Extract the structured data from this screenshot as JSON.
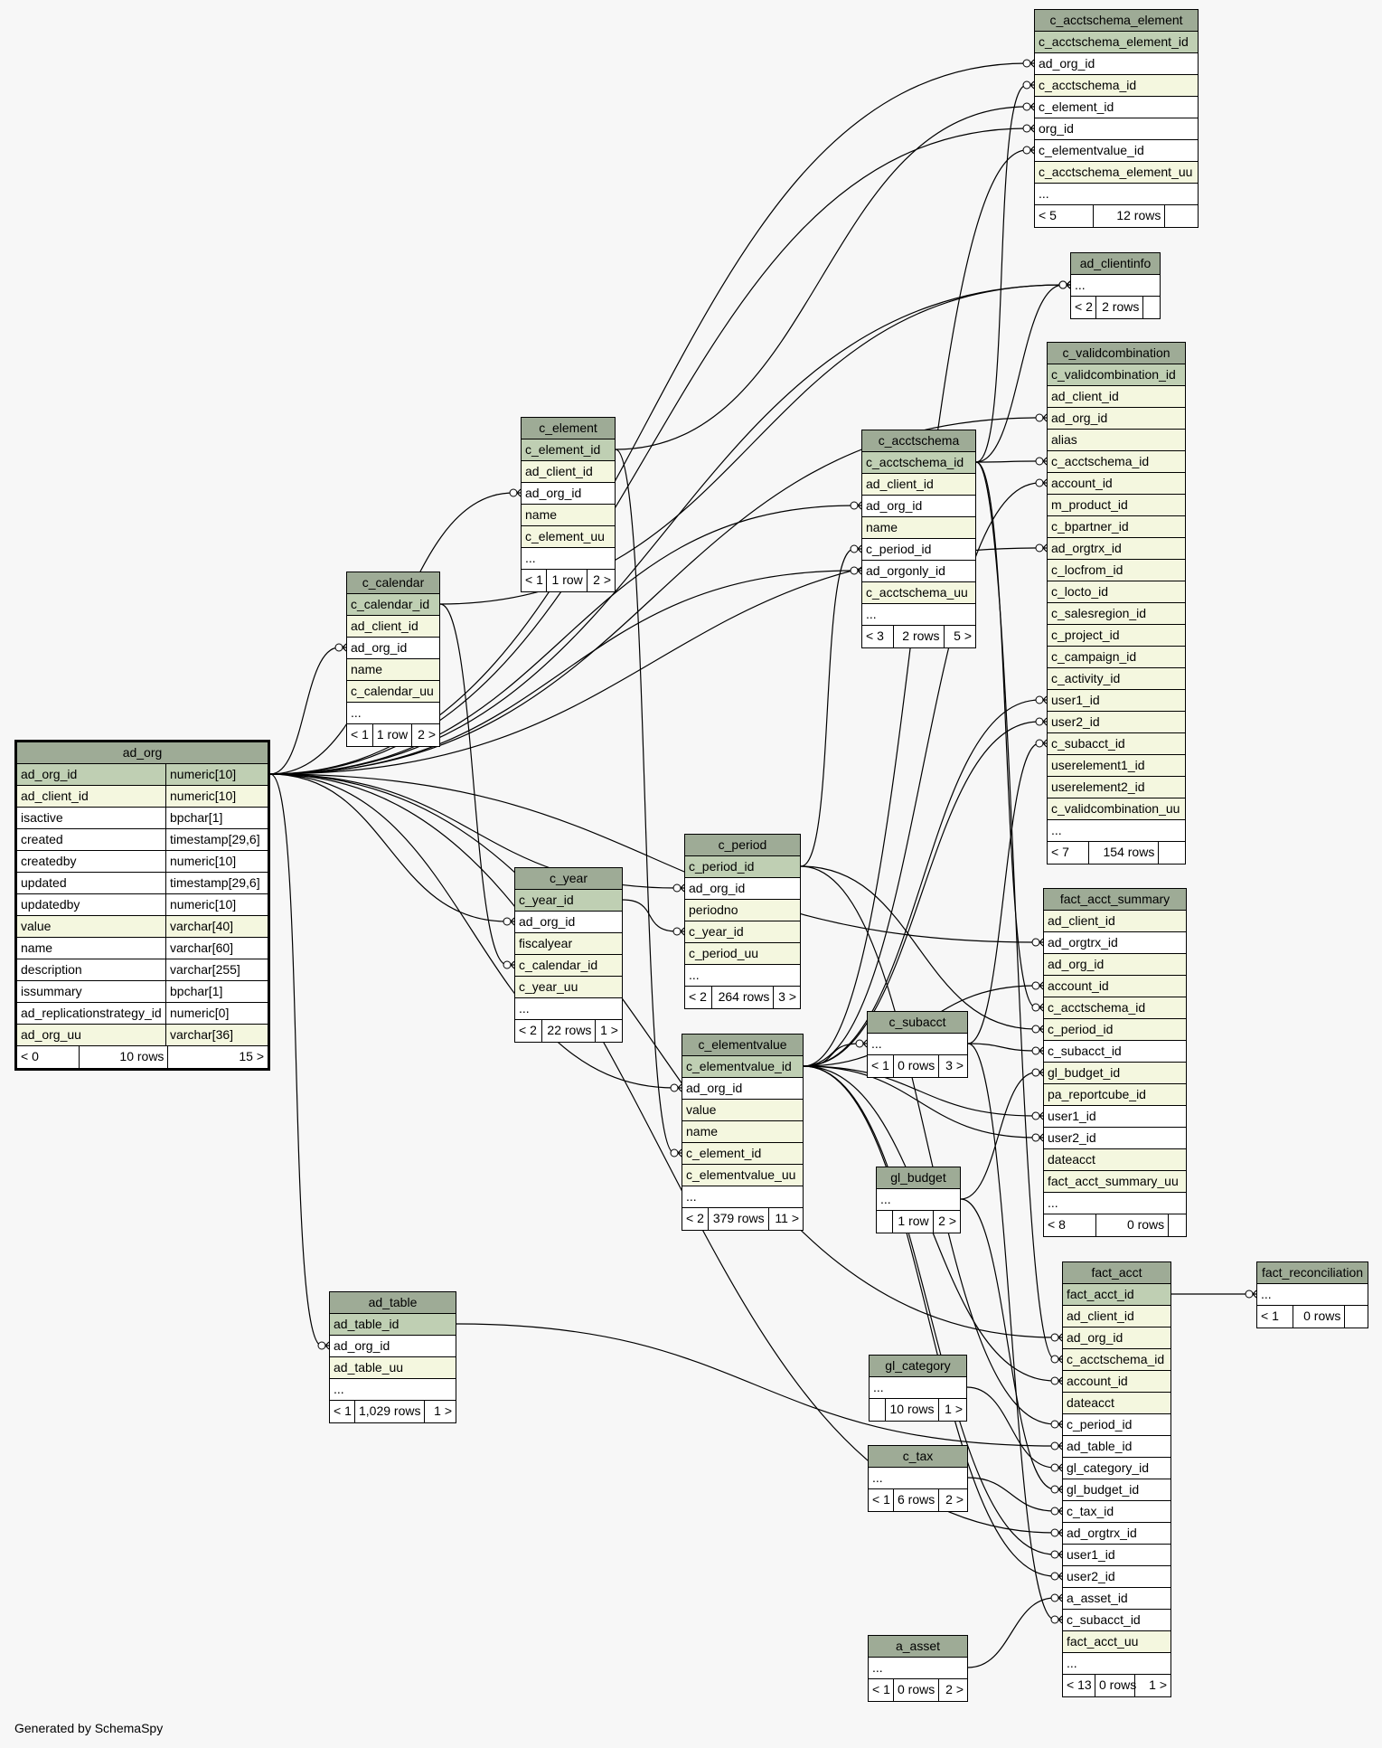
{
  "footer": "Generated by SchemaSpy",
  "tables": [
    {
      "id": "ad_org",
      "title": "ad_org",
      "main": true,
      "rows": [
        {
          "t": "pk",
          "n": "ad_org_id",
          "ty": "numeric[10]"
        },
        {
          "t": "fk",
          "n": "ad_client_id",
          "ty": "numeric[10]"
        },
        {
          "t": "nm",
          "n": "isactive",
          "ty": "bpchar[1]"
        },
        {
          "t": "nm",
          "n": "created",
          "ty": "timestamp[29,6]"
        },
        {
          "t": "nm",
          "n": "createdby",
          "ty": "numeric[10]"
        },
        {
          "t": "nm",
          "n": "updated",
          "ty": "timestamp[29,6]"
        },
        {
          "t": "nm",
          "n": "updatedby",
          "ty": "numeric[10]"
        },
        {
          "t": "fk",
          "n": "value",
          "ty": "varchar[40]"
        },
        {
          "t": "nm",
          "n": "name",
          "ty": "varchar[60]"
        },
        {
          "t": "nm",
          "n": "description",
          "ty": "varchar[255]"
        },
        {
          "t": "nm",
          "n": "issummary",
          "ty": "bpchar[1]"
        },
        {
          "t": "nm",
          "n": "ad_replicationstrategy_id",
          "ty": "numeric[0]"
        },
        {
          "t": "fk",
          "n": "ad_org_uu",
          "ty": "varchar[36]"
        }
      ],
      "foot": [
        "< 0",
        "10 rows",
        "15 >"
      ]
    },
    {
      "id": "c_acctschema_element",
      "title": "c_acctschema_element",
      "rows": [
        {
          "t": "pk",
          "n": "c_acctschema_element_id"
        },
        {
          "t": "nm",
          "n": "ad_org_id"
        },
        {
          "t": "fk",
          "n": "c_acctschema_id"
        },
        {
          "t": "nm",
          "n": "c_element_id"
        },
        {
          "t": "nm",
          "n": "org_id"
        },
        {
          "t": "nm",
          "n": "c_elementvalue_id"
        },
        {
          "t": "fk",
          "n": "c_acctschema_element_uu"
        },
        {
          "t": "nm",
          "n": "..."
        }
      ],
      "foot": [
        "< 5",
        "12 rows",
        ""
      ]
    },
    {
      "id": "ad_clientinfo",
      "title": "ad_clientinfo",
      "rows": [
        {
          "t": "nm",
          "n": "..."
        }
      ],
      "foot": [
        "< 2",
        "2 rows",
        ""
      ]
    },
    {
      "id": "c_validcombination",
      "title": "c_validcombination",
      "rows": [
        {
          "t": "pk",
          "n": "c_validcombination_id"
        },
        {
          "t": "fk",
          "n": "ad_client_id"
        },
        {
          "t": "fk",
          "n": "ad_org_id"
        },
        {
          "t": "fk",
          "n": "alias"
        },
        {
          "t": "fk",
          "n": "c_acctschema_id"
        },
        {
          "t": "fk",
          "n": "account_id"
        },
        {
          "t": "fk",
          "n": "m_product_id"
        },
        {
          "t": "fk",
          "n": "c_bpartner_id"
        },
        {
          "t": "fk",
          "n": "ad_orgtrx_id"
        },
        {
          "t": "fk",
          "n": "c_locfrom_id"
        },
        {
          "t": "fk",
          "n": "c_locto_id"
        },
        {
          "t": "fk",
          "n": "c_salesregion_id"
        },
        {
          "t": "fk",
          "n": "c_project_id"
        },
        {
          "t": "fk",
          "n": "c_campaign_id"
        },
        {
          "t": "fk",
          "n": "c_activity_id"
        },
        {
          "t": "fk",
          "n": "user1_id"
        },
        {
          "t": "fk",
          "n": "user2_id"
        },
        {
          "t": "fk",
          "n": "c_subacct_id"
        },
        {
          "t": "fk",
          "n": "userelement1_id"
        },
        {
          "t": "fk",
          "n": "userelement2_id"
        },
        {
          "t": "fk",
          "n": "c_validcombination_uu"
        },
        {
          "t": "nm",
          "n": "..."
        }
      ],
      "foot": [
        "< 7",
        "154 rows",
        ""
      ]
    },
    {
      "id": "c_element",
      "title": "c_element",
      "rows": [
        {
          "t": "pk",
          "n": "c_element_id"
        },
        {
          "t": "fk",
          "n": "ad_client_id"
        },
        {
          "t": "nm",
          "n": "ad_org_id"
        },
        {
          "t": "fk",
          "n": "name"
        },
        {
          "t": "fk",
          "n": "c_element_uu"
        },
        {
          "t": "nm",
          "n": "..."
        }
      ],
      "foot": [
        "< 1",
        "1 row",
        "2 >"
      ]
    },
    {
      "id": "c_acctschema",
      "title": "c_acctschema",
      "rows": [
        {
          "t": "pk",
          "n": "c_acctschema_id"
        },
        {
          "t": "fk",
          "n": "ad_client_id"
        },
        {
          "t": "nm",
          "n": "ad_org_id"
        },
        {
          "t": "fk",
          "n": "name"
        },
        {
          "t": "nm",
          "n": "c_period_id"
        },
        {
          "t": "nm",
          "n": "ad_orgonly_id"
        },
        {
          "t": "fk",
          "n": "c_acctschema_uu"
        },
        {
          "t": "nm",
          "n": "..."
        }
      ],
      "foot": [
        "< 3",
        "2 rows",
        "5 >"
      ]
    },
    {
      "id": "c_calendar",
      "title": "c_calendar",
      "rows": [
        {
          "t": "pk",
          "n": "c_calendar_id"
        },
        {
          "t": "fk",
          "n": "ad_client_id"
        },
        {
          "t": "nm",
          "n": "ad_org_id"
        },
        {
          "t": "fk",
          "n": "name"
        },
        {
          "t": "fk",
          "n": "c_calendar_uu"
        },
        {
          "t": "nm",
          "n": "..."
        }
      ],
      "foot": [
        "< 1",
        "1 row",
        "2 >"
      ]
    },
    {
      "id": "c_period",
      "title": "c_period",
      "rows": [
        {
          "t": "pk",
          "n": "c_period_id"
        },
        {
          "t": "nm",
          "n": "ad_org_id"
        },
        {
          "t": "fk",
          "n": "periodno"
        },
        {
          "t": "fk",
          "n": "c_year_id"
        },
        {
          "t": "fk",
          "n": "c_period_uu"
        },
        {
          "t": "nm",
          "n": "..."
        }
      ],
      "foot": [
        "< 2",
        "264 rows",
        "3 >"
      ]
    },
    {
      "id": "c_year",
      "title": "c_year",
      "rows": [
        {
          "t": "pk",
          "n": "c_year_id"
        },
        {
          "t": "nm",
          "n": "ad_org_id"
        },
        {
          "t": "fk",
          "n": "fiscalyear"
        },
        {
          "t": "fk",
          "n": "c_calendar_id"
        },
        {
          "t": "fk",
          "n": "c_year_uu"
        },
        {
          "t": "nm",
          "n": "..."
        }
      ],
      "foot": [
        "< 2",
        "22 rows",
        "1 >"
      ]
    },
    {
      "id": "fact_acct_summary",
      "title": "fact_acct_summary",
      "rows": [
        {
          "t": "fk",
          "n": "ad_client_id"
        },
        {
          "t": "nm",
          "n": "ad_orgtrx_id"
        },
        {
          "t": "fk",
          "n": "ad_org_id"
        },
        {
          "t": "fk",
          "n": "account_id"
        },
        {
          "t": "fk",
          "n": "c_acctschema_id"
        },
        {
          "t": "fk",
          "n": "c_period_id"
        },
        {
          "t": "nm",
          "n": "c_subacct_id"
        },
        {
          "t": "fk",
          "n": "gl_budget_id"
        },
        {
          "t": "fk",
          "n": "pa_reportcube_id"
        },
        {
          "t": "nm",
          "n": "user1_id"
        },
        {
          "t": "nm",
          "n": "user2_id"
        },
        {
          "t": "fk",
          "n": "dateacct"
        },
        {
          "t": "fk",
          "n": "fact_acct_summary_uu"
        },
        {
          "t": "nm",
          "n": "..."
        }
      ],
      "foot": [
        "< 8",
        "0 rows",
        ""
      ]
    },
    {
      "id": "c_subacct",
      "title": "c_subacct",
      "rows": [
        {
          "t": "nm",
          "n": "..."
        }
      ],
      "foot": [
        "< 1",
        "0 rows",
        "3 >"
      ]
    },
    {
      "id": "c_elementvalue",
      "title": "c_elementvalue",
      "rows": [
        {
          "t": "pk",
          "n": "c_elementvalue_id"
        },
        {
          "t": "nm",
          "n": "ad_org_id"
        },
        {
          "t": "fk",
          "n": "value"
        },
        {
          "t": "fk",
          "n": "name"
        },
        {
          "t": "fk",
          "n": "c_element_id"
        },
        {
          "t": "fk",
          "n": "c_elementvalue_uu"
        },
        {
          "t": "nm",
          "n": "..."
        }
      ],
      "foot": [
        "< 2",
        "379 rows",
        "11 >"
      ]
    },
    {
      "id": "gl_budget",
      "title": "gl_budget",
      "rows": [
        {
          "t": "nm",
          "n": "..."
        }
      ],
      "foot": [
        "",
        "1 row",
        "2 >"
      ]
    },
    {
      "id": "ad_table",
      "title": "ad_table",
      "rows": [
        {
          "t": "pk",
          "n": "ad_table_id"
        },
        {
          "t": "nm",
          "n": "ad_org_id"
        },
        {
          "t": "fk",
          "n": "ad_table_uu"
        },
        {
          "t": "nm",
          "n": "..."
        }
      ],
      "foot": [
        "< 1",
        "1,029 rows",
        "1 >"
      ]
    },
    {
      "id": "fact_acct",
      "title": "fact_acct",
      "rows": [
        {
          "t": "pk",
          "n": "fact_acct_id"
        },
        {
          "t": "fk",
          "n": "ad_client_id"
        },
        {
          "t": "fk",
          "n": "ad_org_id"
        },
        {
          "t": "fk",
          "n": "c_acctschema_id"
        },
        {
          "t": "fk",
          "n": "account_id"
        },
        {
          "t": "fk",
          "n": "dateacct"
        },
        {
          "t": "nm",
          "n": "c_period_id"
        },
        {
          "t": "nm",
          "n": "ad_table_id"
        },
        {
          "t": "nm",
          "n": "gl_category_id"
        },
        {
          "t": "nm",
          "n": "gl_budget_id"
        },
        {
          "t": "nm",
          "n": "c_tax_id"
        },
        {
          "t": "nm",
          "n": "ad_orgtrx_id"
        },
        {
          "t": "nm",
          "n": "user1_id"
        },
        {
          "t": "nm",
          "n": "user2_id"
        },
        {
          "t": "nm",
          "n": "a_asset_id"
        },
        {
          "t": "nm",
          "n": "c_subacct_id"
        },
        {
          "t": "fk",
          "n": "fact_acct_uu"
        },
        {
          "t": "nm",
          "n": "..."
        }
      ],
      "foot": [
        "< 13",
        "0 rows",
        "1 >"
      ]
    },
    {
      "id": "fact_reconciliation",
      "title": "fact_reconciliation",
      "rows": [
        {
          "t": "nm",
          "n": "..."
        }
      ],
      "foot": [
        "< 1",
        "0 rows",
        ""
      ]
    },
    {
      "id": "gl_category",
      "title": "gl_category",
      "rows": [
        {
          "t": "nm",
          "n": "..."
        }
      ],
      "foot": [
        "",
        "10 rows",
        "1 >"
      ]
    },
    {
      "id": "c_tax",
      "title": "c_tax",
      "rows": [
        {
          "t": "nm",
          "n": "..."
        }
      ],
      "foot": [
        "< 1",
        "6 rows",
        "2 >"
      ]
    },
    {
      "id": "a_asset",
      "title": "a_asset",
      "rows": [
        {
          "t": "nm",
          "n": "..."
        }
      ],
      "foot": [
        "< 1",
        "0 rows",
        "2 >"
      ]
    }
  ]
}
